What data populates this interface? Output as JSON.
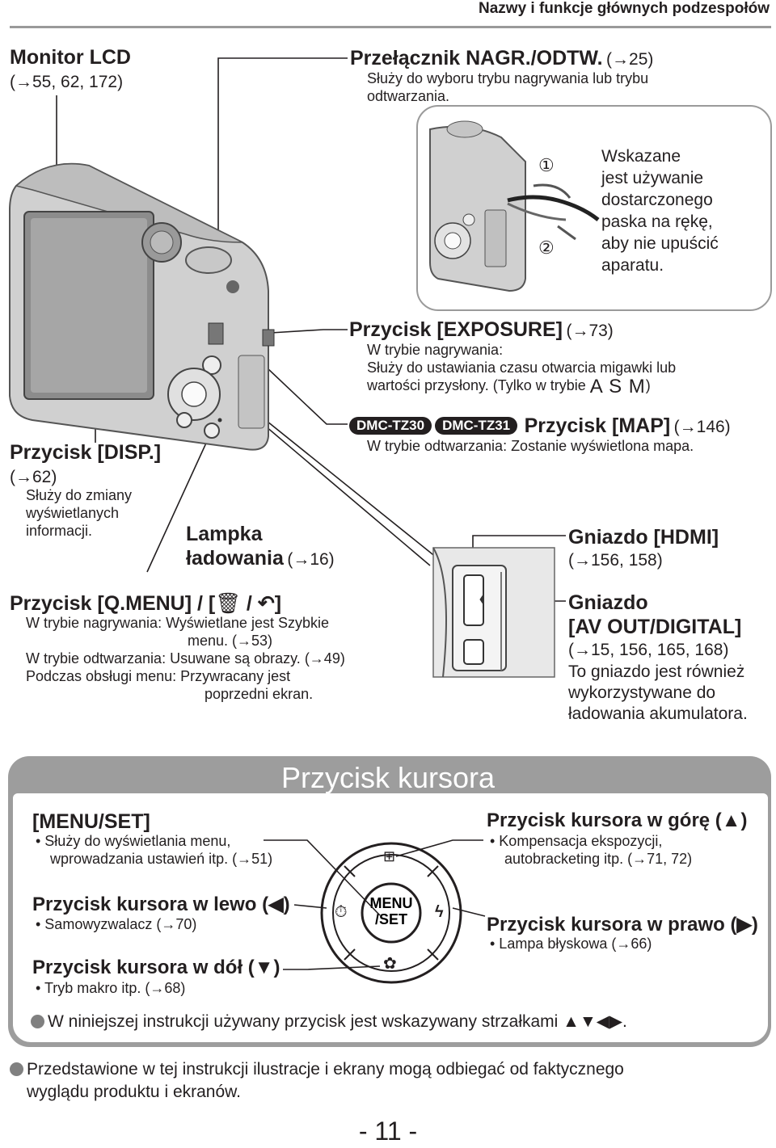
{
  "header": "Nazwy i funkcje głównych podzespołów",
  "lcd": {
    "title": "Monitor LCD",
    "ref": "(→55, 62, 172)"
  },
  "mode_switch": {
    "title": "Przełącznik NAGR./ODTW.",
    "ref": "(→25)",
    "desc": "Służy do wyboru trybu nagrywania lub trybu odtwarzania."
  },
  "strap_note": [
    "Wskazane",
    "jest używanie",
    "dostarczonego",
    "paska na rękę,",
    "aby nie upuścić",
    "aparatu."
  ],
  "strap_marks": [
    "①",
    "②"
  ],
  "exposure": {
    "title": "Przycisk [EXPOSURE]",
    "ref": "(→73)",
    "line1": "W trybie nagrywania:",
    "line2": "Służy do ustawiania czasu otwarcia migawki lub",
    "line3": "wartości przysłony. (Tylko w trybie",
    "modes": "A S M",
    "close": ")"
  },
  "map": {
    "badge1": "DMC-TZ30",
    "badge2": "DMC-TZ31",
    "title": "Przycisk [MAP]",
    "ref": "(→146)",
    "desc": "W trybie odtwarzania: Zostanie wyświetlona mapa."
  },
  "disp": {
    "title": "Przycisk [DISP.]",
    "ref": "(→62)",
    "desc": [
      "Służy do zmiany",
      "wyświetlanych",
      "informacji."
    ]
  },
  "charge_lamp": {
    "line1": "Lampka",
    "line2": "ładowania",
    "ref": "(→16)"
  },
  "qmenu": {
    "title_a": "Przycisk [Q.MENU] / [",
    "title_b": " / ",
    "title_c": "]",
    "l1": "W trybie nagrywania: Wyświetlane jest Szybkie",
    "l2": "menu. (→53)",
    "l3": "W trybie odtwarzania: Usuwane są obrazy. (→49)",
    "l4": "Podczas obsługi menu: Przywracany jest",
    "l5": "poprzedni ekran."
  },
  "hdmi": {
    "title": "Gniazdo [HDMI]",
    "ref": "(→156, 158)"
  },
  "av": {
    "title1": "Gniazdo",
    "title2": "[AV OUT/DIGITAL]",
    "ref": "(→15, 156, 165, 168)",
    "d1": "To gniazdo jest również",
    "d2": "wykorzystywane do",
    "d3": "ładowania akumulatora."
  },
  "cursor": {
    "title": "Przycisk kursora",
    "menuset": {
      "title": "[MENU/SET]",
      "d1": "• Służy do wyświetlania menu,",
      "d2": "wprowadzania ustawień itp. (→51)"
    },
    "up": {
      "title": "Przycisk kursora w górę (▲)",
      "d1": "• Kompensacja ekspozycji,",
      "d2": "autobracketing itp. (→71, 72)"
    },
    "left": {
      "title": "Przycisk kursora w lewo (◀)",
      "d1": "• Samowyzwalacz (→70)"
    },
    "right": {
      "title": "Przycisk kursora w prawo (▶)",
      "d1": "• Lampa błyskowa (→66)"
    },
    "down": {
      "title": "Przycisk kursora w dół (▼)",
      "d1": "• Tryb makro itp. (→68)"
    },
    "dial_label1": "MENU",
    "dial_label2": "/SET",
    "note": "W niniejszej instrukcji używany przycisk jest wskazywany strzałkami ▲▼◀▶."
  },
  "footnote": {
    "l1": "Przedstawione w tej instrukcji ilustracje i ekrany mogą odbiegać od faktycznego",
    "l2": "wyglądu produktu i ekranów."
  },
  "page_number": "- 11 -"
}
